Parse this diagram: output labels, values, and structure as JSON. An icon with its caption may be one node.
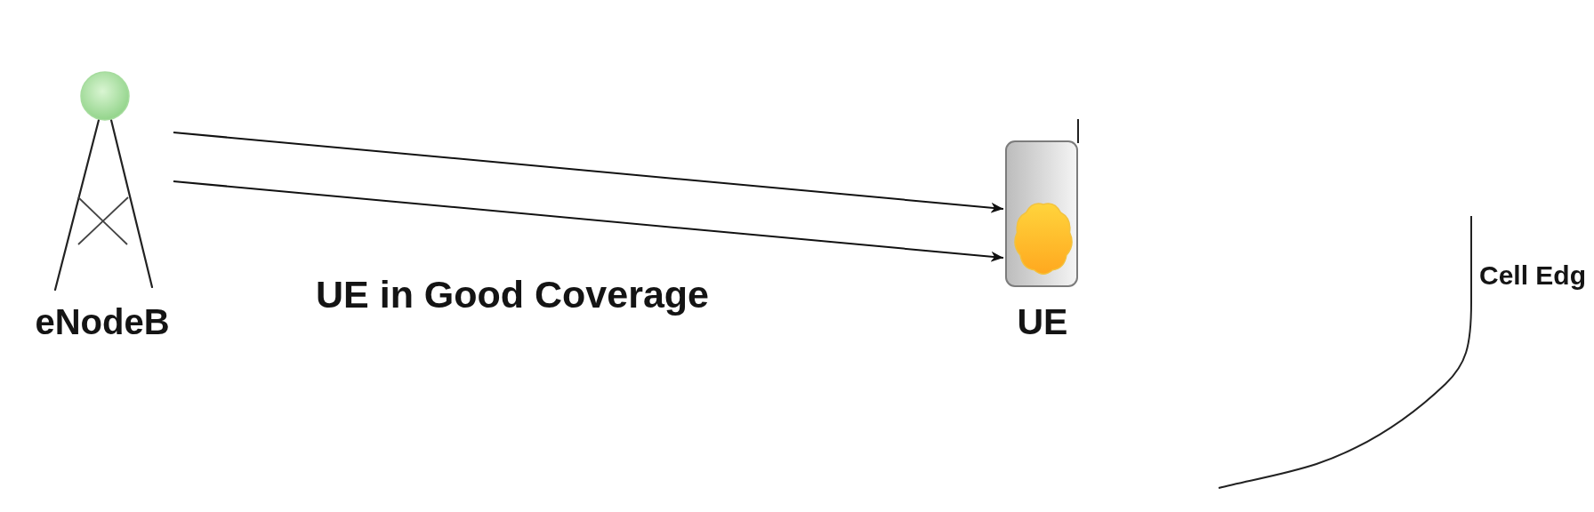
{
  "diagram": {
    "nodes": [
      {
        "text": [
          "eNodeB"
        ]
      },
      {
        "text": [
          "UE"
        ]
      }
    ],
    "edges": [
      {
        "from": 0,
        "to": 1,
        "arrow": "to"
      },
      {
        "from": 0,
        "to": 1,
        "arrow": "to"
      }
    ],
    "labels": [
      "UE in Good Coverage",
      "Cell Edg"
    ]
  }
}
